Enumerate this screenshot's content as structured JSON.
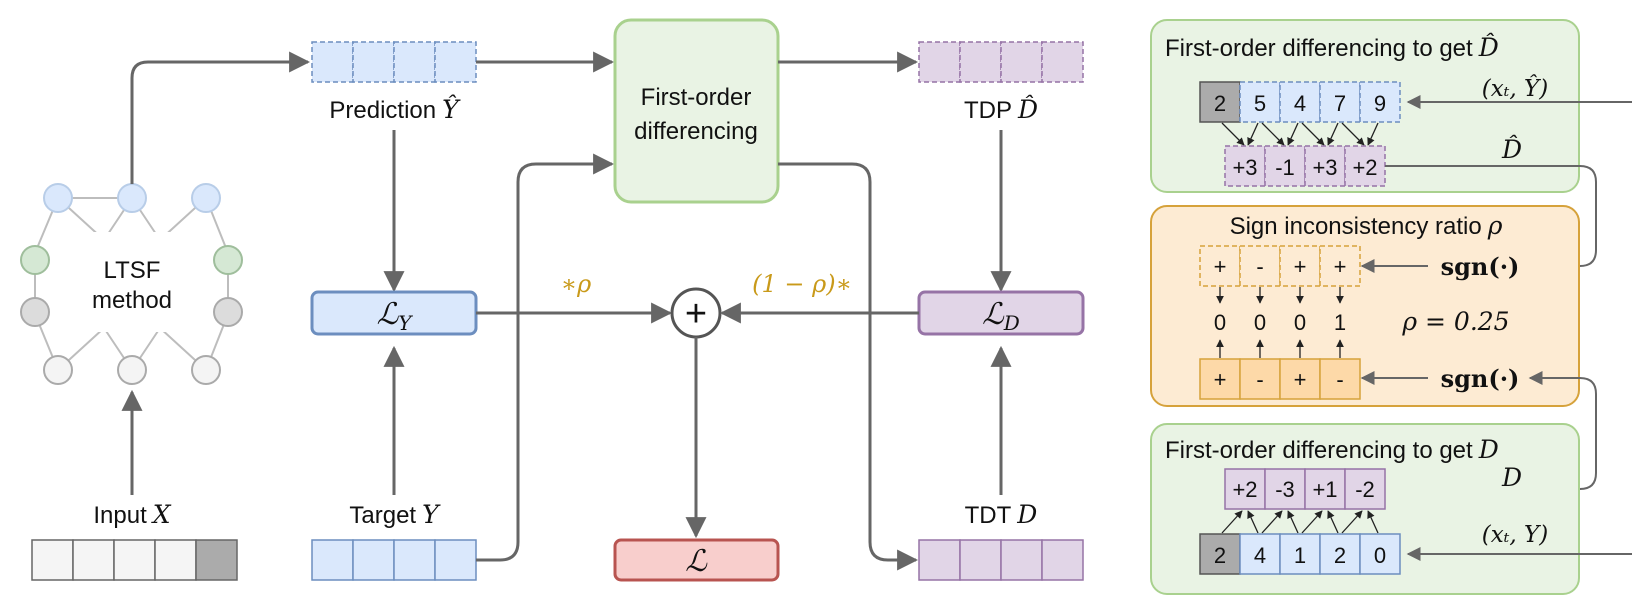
{
  "left": {
    "ltsf_label": [
      "LTSF",
      "method"
    ],
    "input_label": "Input",
    "input_var": "X",
    "prediction_label": "Prediction",
    "prediction_var": "Ŷ",
    "target_label": "Target",
    "target_var": "Y",
    "tdp_label": "TDP",
    "tdp_var": "D̂",
    "tdt_label": "TDT",
    "tdt_var": "D",
    "fod_label": [
      "First-order",
      "differencing"
    ],
    "loss_y": "ℒ",
    "loss_y_sub": "Y",
    "loss_d": "ℒ",
    "loss_d_sub": "D",
    "loss": "ℒ",
    "rho_weight": "∗ρ",
    "one_minus_rho_weight": "(1 − ρ)∗",
    "plus_symbol": "+"
  },
  "right": {
    "top_panel": {
      "title": "First-order differencing to get",
      "title_var": "D̂",
      "input_label": "(xₜ, Ŷ)",
      "history_value": "2",
      "values": [
        "5",
        "4",
        "7",
        "9"
      ],
      "diffs": [
        "+3",
        "-1",
        "+3",
        "+2"
      ],
      "diff_label": "D̂"
    },
    "middle_panel": {
      "title": "Sign inconsistency ratio",
      "title_var": "ρ",
      "pred_signs": [
        "+",
        "-",
        "+",
        "+"
      ],
      "indicators": [
        "0",
        "0",
        "0",
        "1"
      ],
      "true_signs": [
        "+",
        "-",
        "+",
        "-"
      ],
      "sgn_top": "sgn(·)",
      "sgn_bottom": "sgn(·)",
      "rho_result": "ρ = 0.25"
    },
    "bottom_panel": {
      "title": "First-order differencing to get",
      "title_var": "D",
      "diff_label": "D",
      "diffs": [
        "+2",
        "-3",
        "+1",
        "-2"
      ],
      "history_value": "2",
      "values": [
        "4",
        "1",
        "2",
        "0"
      ],
      "input_label": "(xₜ, Y)"
    }
  },
  "colors": {
    "blue_fill": "#dae8fc",
    "blue_stroke": "#6c8ebf",
    "purple_fill": "#e1d5e7",
    "purple_stroke": "#9673a6",
    "green_fill": "#e9f3e4",
    "green_stroke": "#a9d18e",
    "orange_fill": "#fdebd3",
    "orange_stroke": "#d6a23b",
    "red_fill": "#f8cecc",
    "red_stroke": "#b85450",
    "arrow": "#666666",
    "gold_text": "#c99a1a"
  }
}
